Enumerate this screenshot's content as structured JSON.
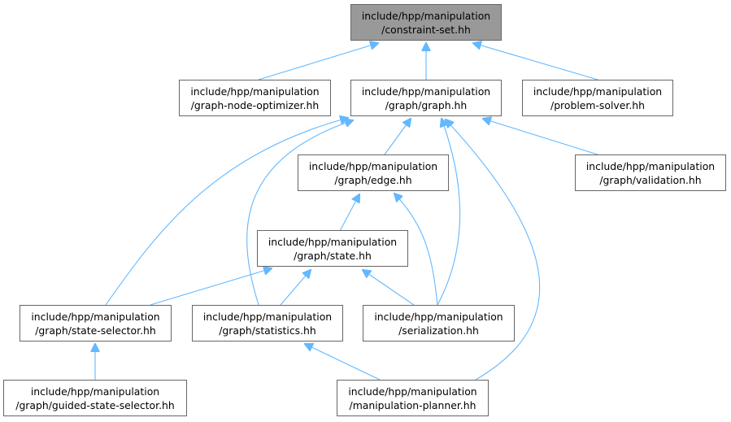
{
  "colors": {
    "edge": "#63b8ff",
    "root_fill": "#999999",
    "node_border": "#666666"
  },
  "nodes": {
    "constraint_set": {
      "line1": "include/hpp/manipulation",
      "line2": "/constraint-set.hh"
    },
    "graph_node_optimizer": {
      "line1": "include/hpp/manipulation",
      "line2": "/graph-node-optimizer.hh"
    },
    "graph": {
      "line1": "include/hpp/manipulation",
      "line2": "/graph/graph.hh"
    },
    "problem_solver": {
      "line1": "include/hpp/manipulation",
      "line2": "/problem-solver.hh"
    },
    "edge": {
      "line1": "include/hpp/manipulation",
      "line2": "/graph/edge.hh"
    },
    "validation": {
      "line1": "include/hpp/manipulation",
      "line2": "/graph/validation.hh"
    },
    "state": {
      "line1": "include/hpp/manipulation",
      "line2": "/graph/state.hh"
    },
    "state_selector": {
      "line1": "include/hpp/manipulation",
      "line2": "/graph/state-selector.hh"
    },
    "statistics": {
      "line1": "include/hpp/manipulation",
      "line2": "/graph/statistics.hh"
    },
    "serialization": {
      "line1": "include/hpp/manipulation",
      "line2": "/serialization.hh"
    },
    "guided_state_selector": {
      "line1": "include/hpp/manipulation",
      "line2": "/graph/guided-state-selector.hh"
    },
    "manipulation_planner": {
      "line1": "include/hpp/manipulation",
      "line2": "/manipulation-planner.hh"
    }
  },
  "edges": [
    {
      "from": "graph_node_optimizer",
      "to": "constraint_set"
    },
    {
      "from": "graph",
      "to": "constraint_set"
    },
    {
      "from": "problem_solver",
      "to": "constraint_set"
    },
    {
      "from": "edge",
      "to": "graph"
    },
    {
      "from": "validation",
      "to": "graph"
    },
    {
      "from": "state_selector",
      "to": "graph"
    },
    {
      "from": "statistics",
      "to": "graph"
    },
    {
      "from": "serialization",
      "to": "graph"
    },
    {
      "from": "manipulation_planner",
      "to": "graph"
    },
    {
      "from": "state",
      "to": "edge"
    },
    {
      "from": "serialization",
      "to": "edge"
    },
    {
      "from": "state_selector",
      "to": "state"
    },
    {
      "from": "statistics",
      "to": "state"
    },
    {
      "from": "serialization",
      "to": "state"
    },
    {
      "from": "guided_state_selector",
      "to": "state_selector"
    },
    {
      "from": "manipulation_planner",
      "to": "statistics"
    }
  ]
}
